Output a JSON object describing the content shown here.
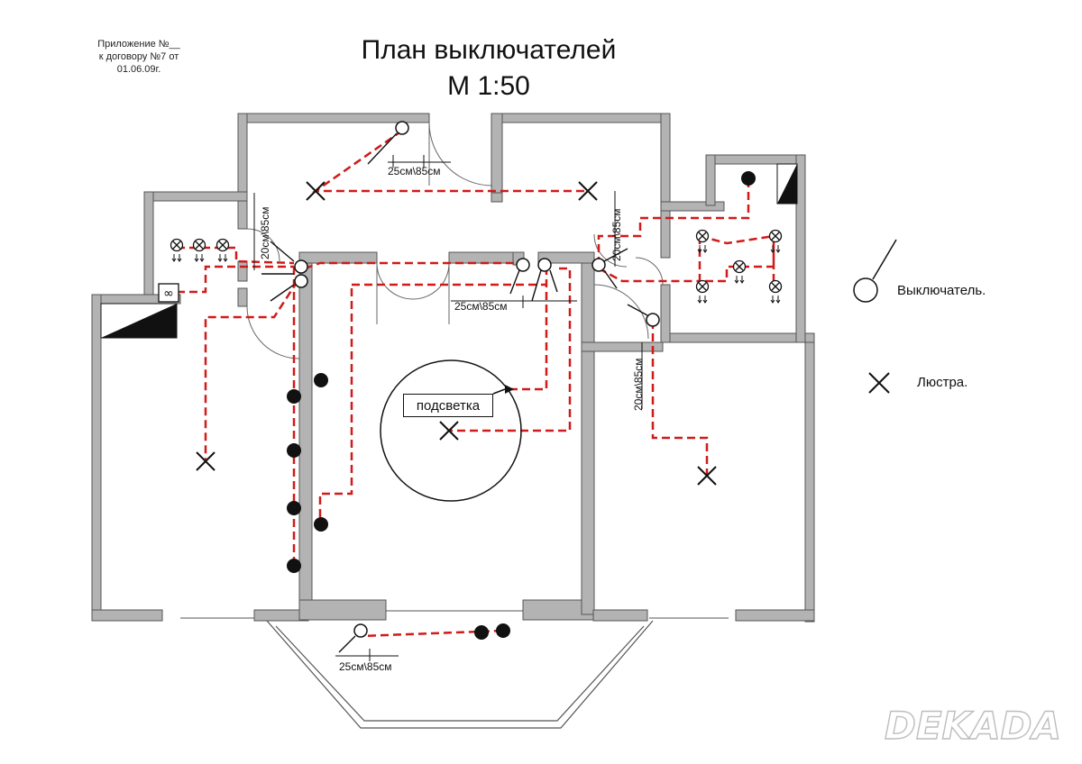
{
  "annex": {
    "line1": "Приложение №__",
    "line2": "к договору №7 от",
    "line3": "01.06.09г."
  },
  "title": {
    "line1": "План выключателей",
    "line2": "М 1:50"
  },
  "legend": {
    "switch_label": "Выключатель.",
    "chandelier_label": "Люстра."
  },
  "callout": {
    "text": "подсветка"
  },
  "dimensions": {
    "d25_85": "25см\\85см",
    "d20_85": "20см\\85см"
  },
  "watermark": {
    "text": "DEKADA"
  },
  "colors": {
    "wall": "#b3b3b3",
    "wall_outline": "#555555",
    "wiring": "#d11a1a",
    "ink": "#111111"
  }
}
